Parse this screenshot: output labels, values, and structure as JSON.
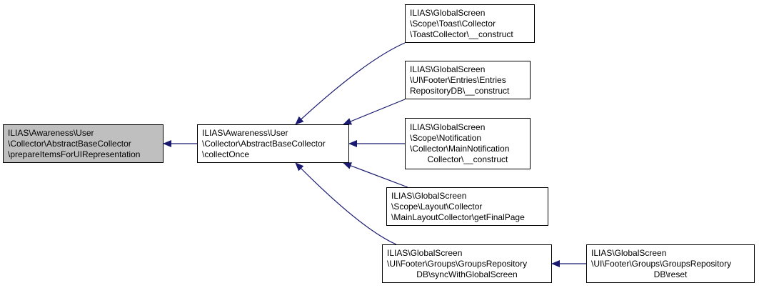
{
  "colors": {
    "edge": "#191970",
    "root_fill": "#bfbfbf",
    "node_fill": "#ffffff",
    "border": "#000000"
  },
  "nodes": {
    "prepare": {
      "lines": [
        "ILIAS\\Awareness\\User",
        "\\Collector\\AbstractBaseCollector",
        "\\prepareItemsForUIRepresentation"
      ],
      "highlighted": true
    },
    "collectOnce": {
      "lines": [
        "ILIAS\\Awareness\\User",
        "\\Collector\\AbstractBaseCollector",
        "\\collectOnce"
      ]
    },
    "toast": {
      "lines": [
        "ILIAS\\GlobalScreen",
        "\\Scope\\Toast\\Collector",
        "\\ToastCollector\\__construct"
      ]
    },
    "entries": {
      "lines": [
        "ILIAS\\GlobalScreen",
        "\\UI\\Footer\\Entries\\Entries",
        "RepositoryDB\\__construct"
      ]
    },
    "notification": {
      "lines": [
        "ILIAS\\GlobalScreen",
        "\\Scope\\Notification",
        "\\Collector\\MainNotification",
        "Collector\\__construct"
      ]
    },
    "layout": {
      "lines": [
        "ILIAS\\GlobalScreen",
        "\\Scope\\Layout\\Collector",
        "\\MainLayoutCollector\\getFinalPage"
      ]
    },
    "groupsSync": {
      "lines": [
        "ILIAS\\GlobalScreen",
        "\\UI\\Footer\\Groups\\GroupsRepository",
        "DB\\syncWithGlobalScreen"
      ]
    },
    "groupsReset": {
      "lines": [
        "ILIAS\\GlobalScreen",
        "\\UI\\Footer\\Groups\\GroupsRepository",
        "DB\\reset"
      ]
    }
  },
  "edges": [
    {
      "from": "collectOnce",
      "to": "prepare"
    },
    {
      "from": "toast",
      "to": "collectOnce"
    },
    {
      "from": "entries",
      "to": "collectOnce"
    },
    {
      "from": "notification",
      "to": "collectOnce"
    },
    {
      "from": "layout",
      "to": "collectOnce"
    },
    {
      "from": "groupsSync",
      "to": "collectOnce"
    },
    {
      "from": "groupsReset",
      "to": "groupsSync"
    }
  ]
}
